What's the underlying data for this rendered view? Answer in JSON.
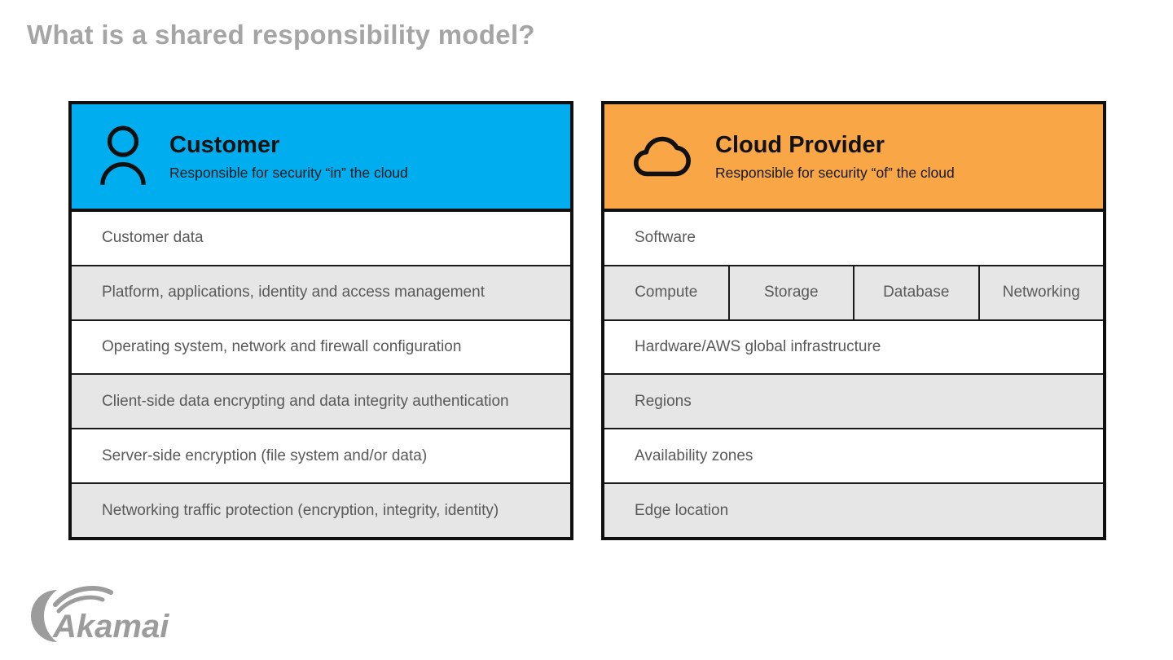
{
  "page": {
    "title": "What is a shared responsibility model?"
  },
  "customer_panel": {
    "icon": "person-icon",
    "title": "Customer",
    "subtitle": "Responsible for security “in” the cloud",
    "rows": [
      "Customer data",
      "Platform, applications, identity and access management",
      "Operating system, network and firewall configuration",
      "Client-side data encrypting and data integrity authentication",
      "Server-side encryption (file system and/or data)",
      "Networking traffic protection (encryption, integrity, identity)"
    ]
  },
  "provider_panel": {
    "icon": "cloud-icon",
    "title": "Cloud Provider",
    "subtitle": "Responsible for security “of” the cloud",
    "row_software": "Software",
    "service_cells": [
      "Compute",
      "Storage",
      "Database",
      "Networking"
    ],
    "rows_below": [
      "Hardware/AWS global infrastructure",
      "Regions",
      "Availability zones",
      "Edge location"
    ]
  },
  "footer": {
    "logo_text": "Akamai"
  },
  "colors": {
    "customer_header": "#00AEEF",
    "provider_header": "#F9A646",
    "row_alt": "#E6E6E6",
    "title_gray": "#A5A5A5"
  }
}
